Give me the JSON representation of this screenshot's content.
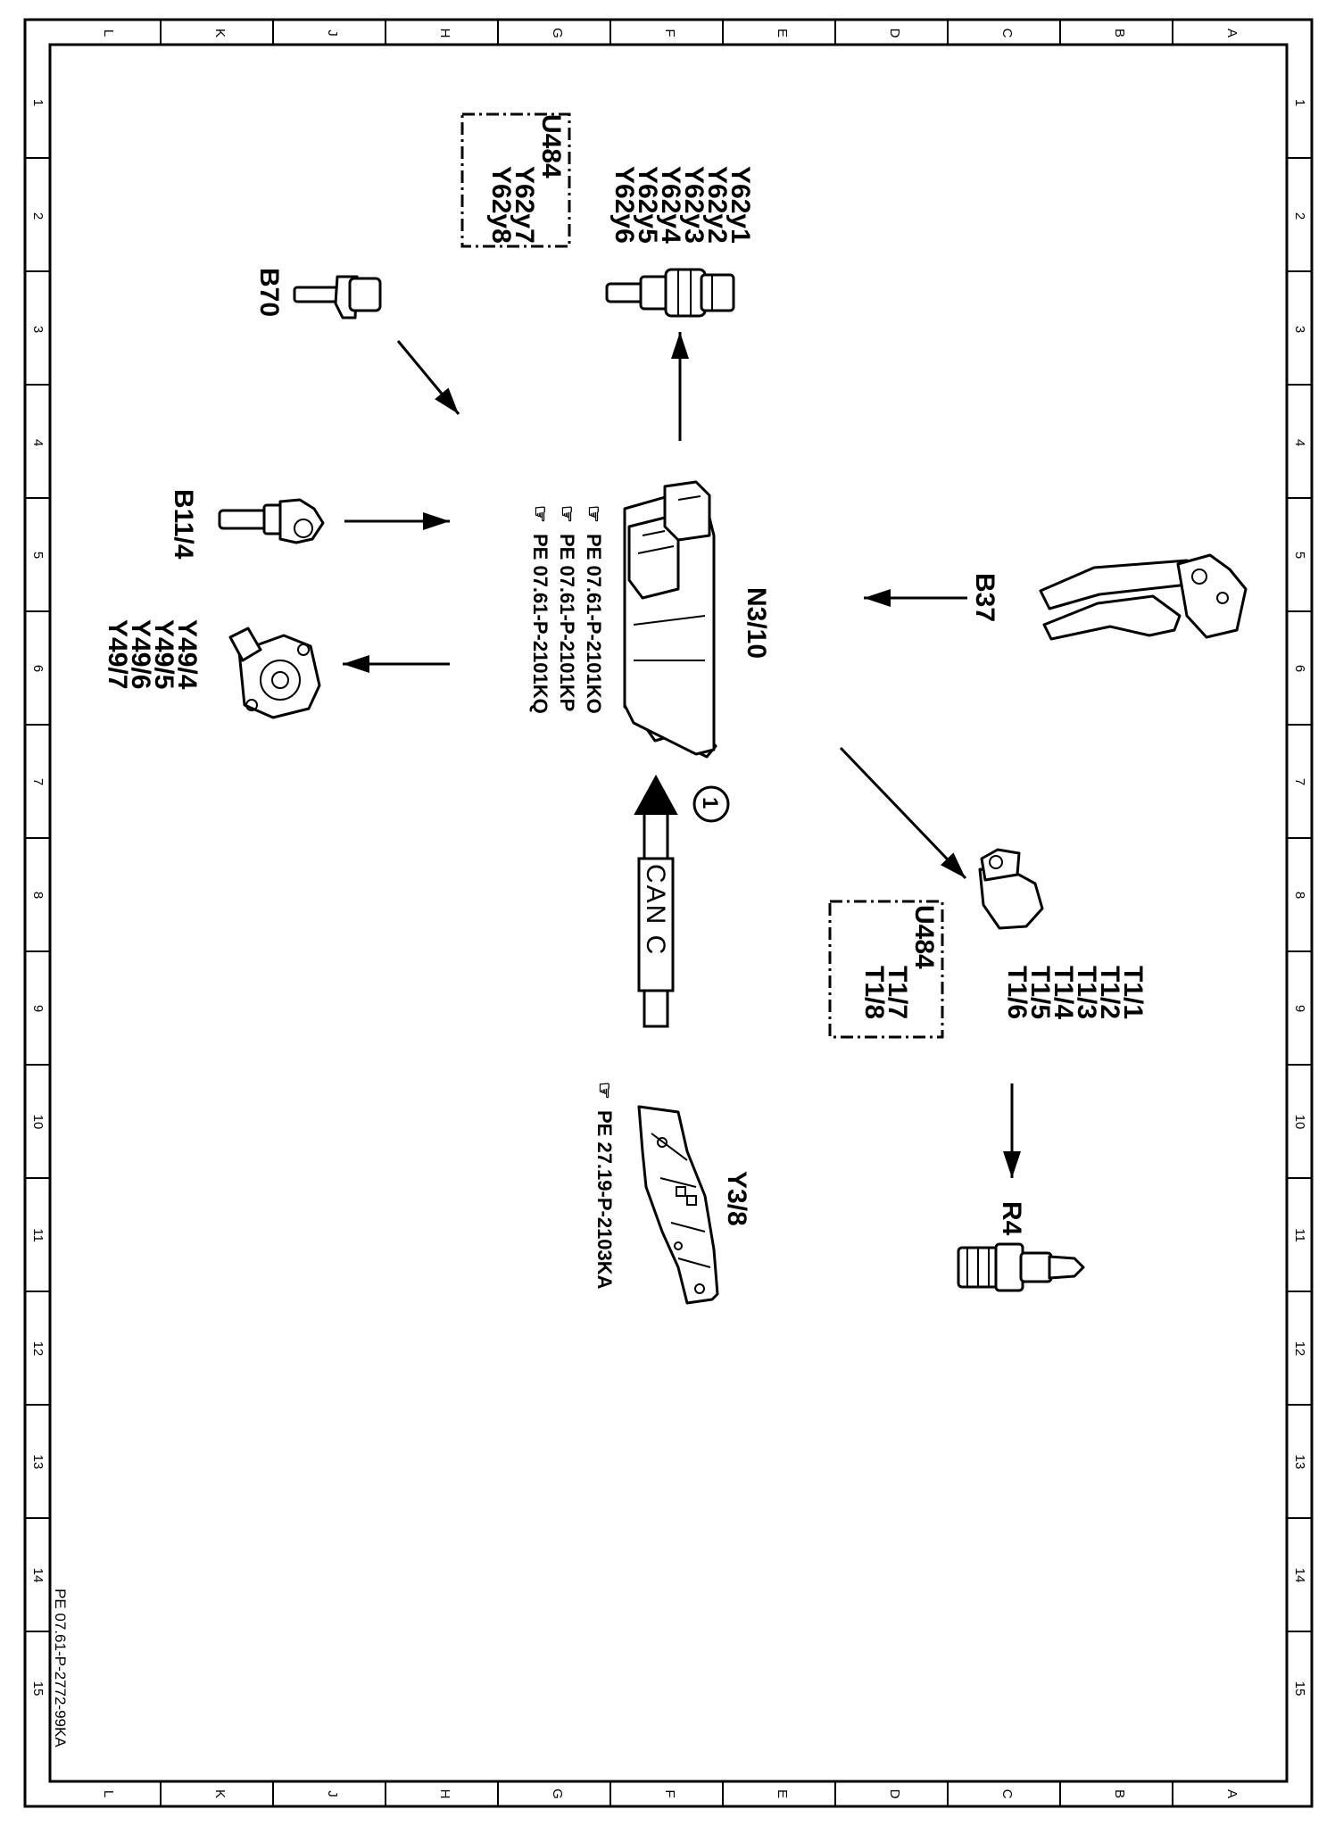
{
  "frame": {
    "column_letters": [
      "L",
      "K",
      "J",
      "H",
      "G",
      "F",
      "E",
      "D",
      "C",
      "B",
      "A"
    ],
    "row_numbers": [
      "1",
      "2",
      "3",
      "4",
      "5",
      "6",
      "7",
      "8",
      "9",
      "10",
      "11",
      "12",
      "13",
      "14",
      "15"
    ]
  },
  "document_id": "PE 07.61-P-2772-99KA",
  "control_unit": {
    "label": "N3/10",
    "refs": [
      "PE 07.61-P-2101KO",
      "PE 07.61-P-2101KP",
      "PE 07.61-P-2101KQ"
    ]
  },
  "injectors": {
    "labels": [
      "Y62y1",
      "Y62y2",
      "Y62y3",
      "Y62y4",
      "Y62y5",
      "Y62y6"
    ],
    "box_title": "U484",
    "box_labels": [
      "Y62y7",
      "Y62y8"
    ]
  },
  "camshaft_sensor": {
    "label": "B70"
  },
  "temp_sensor": {
    "label": "B11/4"
  },
  "adjusters": {
    "labels": [
      "Y49/4",
      "Y49/5",
      "Y49/6",
      "Y49/7"
    ]
  },
  "pedal_sensor": {
    "label": "B37"
  },
  "ignition_coils": {
    "labels": [
      "T1/1",
      "T1/2",
      "T1/3",
      "T1/4",
      "T1/5",
      "T1/6"
    ],
    "box_title": "U484",
    "box_labels": [
      "T1/7",
      "T1/8"
    ]
  },
  "spark_plug": {
    "label": "R4"
  },
  "can_bus": {
    "label": "CAN C",
    "marker": "1"
  },
  "transmission_module": {
    "label": "Y3/8",
    "ref": "PE 27.19-P-2103KA"
  },
  "ref_icon": "pointing-hand-icon"
}
